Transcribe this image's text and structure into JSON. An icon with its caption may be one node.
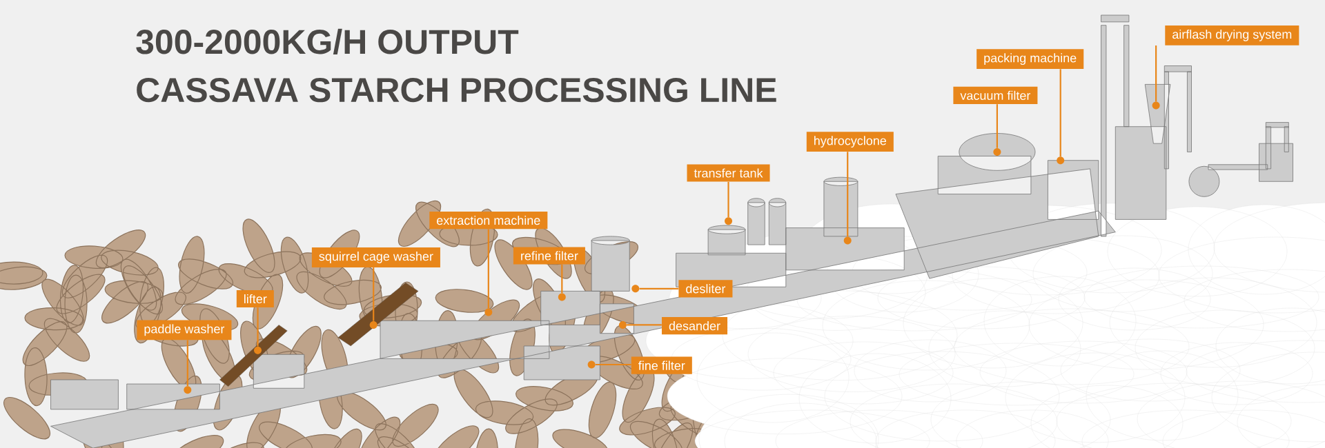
{
  "diagram": {
    "title": "300-2000KG/H OUTPUT",
    "nodes": [
      {
        "text": [
          "paddle washer"
        ]
      },
      {
        "text": [
          "lifter"
        ]
      },
      {
        "text": [
          "squirrel cage washer"
        ]
      },
      {
        "text": [
          "extraction machine"
        ]
      },
      {
        "text": [
          "refine filter"
        ]
      },
      {
        "text": [
          "fine filter"
        ]
      },
      {
        "text": [
          "desander"
        ]
      },
      {
        "text": [
          "desliter"
        ]
      },
      {
        "text": [
          "transfer tank"
        ]
      },
      {
        "text": [
          "hydrocyclone"
        ]
      },
      {
        "text": [
          "vacuum filter"
        ]
      },
      {
        "text": [
          "packing machine"
        ]
      },
      {
        "text": [
          "airflash drying system"
        ]
      },
      {
        "text": [],
        "shape": "circle"
      },
      {
        "text": [],
        "shape": "circle"
      },
      {
        "text": [],
        "shape": "circle"
      },
      {
        "text": [],
        "shape": "circle"
      },
      {
        "text": [],
        "shape": "circle"
      },
      {
        "text": [],
        "shape": "circle"
      },
      {
        "text": [],
        "shape": "circle"
      },
      {
        "text": [],
        "shape": "circle"
      },
      {
        "text": [],
        "shape": "circle"
      },
      {
        "text": [],
        "shape": "circle"
      },
      {
        "text": [],
        "shape": "circle"
      },
      {
        "text": [],
        "shape": "circle"
      },
      {
        "text": [],
        "shape": "circle"
      }
    ],
    "edges": [
      {
        "from": 0,
        "to": 13,
        "arrow": "none"
      },
      {
        "from": 1,
        "to": 14,
        "arrow": "none"
      },
      {
        "from": 2,
        "to": 15,
        "arrow": "none"
      },
      {
        "from": 3,
        "to": 16,
        "arrow": "none"
      },
      {
        "from": 4,
        "to": 17,
        "arrow": "none"
      },
      {
        "from": 5,
        "to": 18,
        "arrow": "none"
      },
      {
        "from": 6,
        "to": 19,
        "arrow": "none"
      },
      {
        "from": 7,
        "to": 20,
        "arrow": "none"
      },
      {
        "from": 8,
        "to": 21,
        "arrow": "none"
      },
      {
        "from": 9,
        "to": 22,
        "arrow": "none"
      },
      {
        "from": 10,
        "to": 23,
        "arrow": "none"
      },
      {
        "from": 11,
        "to": 24,
        "arrow": "none"
      },
      {
        "from": 12,
        "to": 25,
        "arrow": "none"
      }
    ],
    "labels": [
      "CASSAVA STARCH PROCESSING LINE"
    ]
  }
}
